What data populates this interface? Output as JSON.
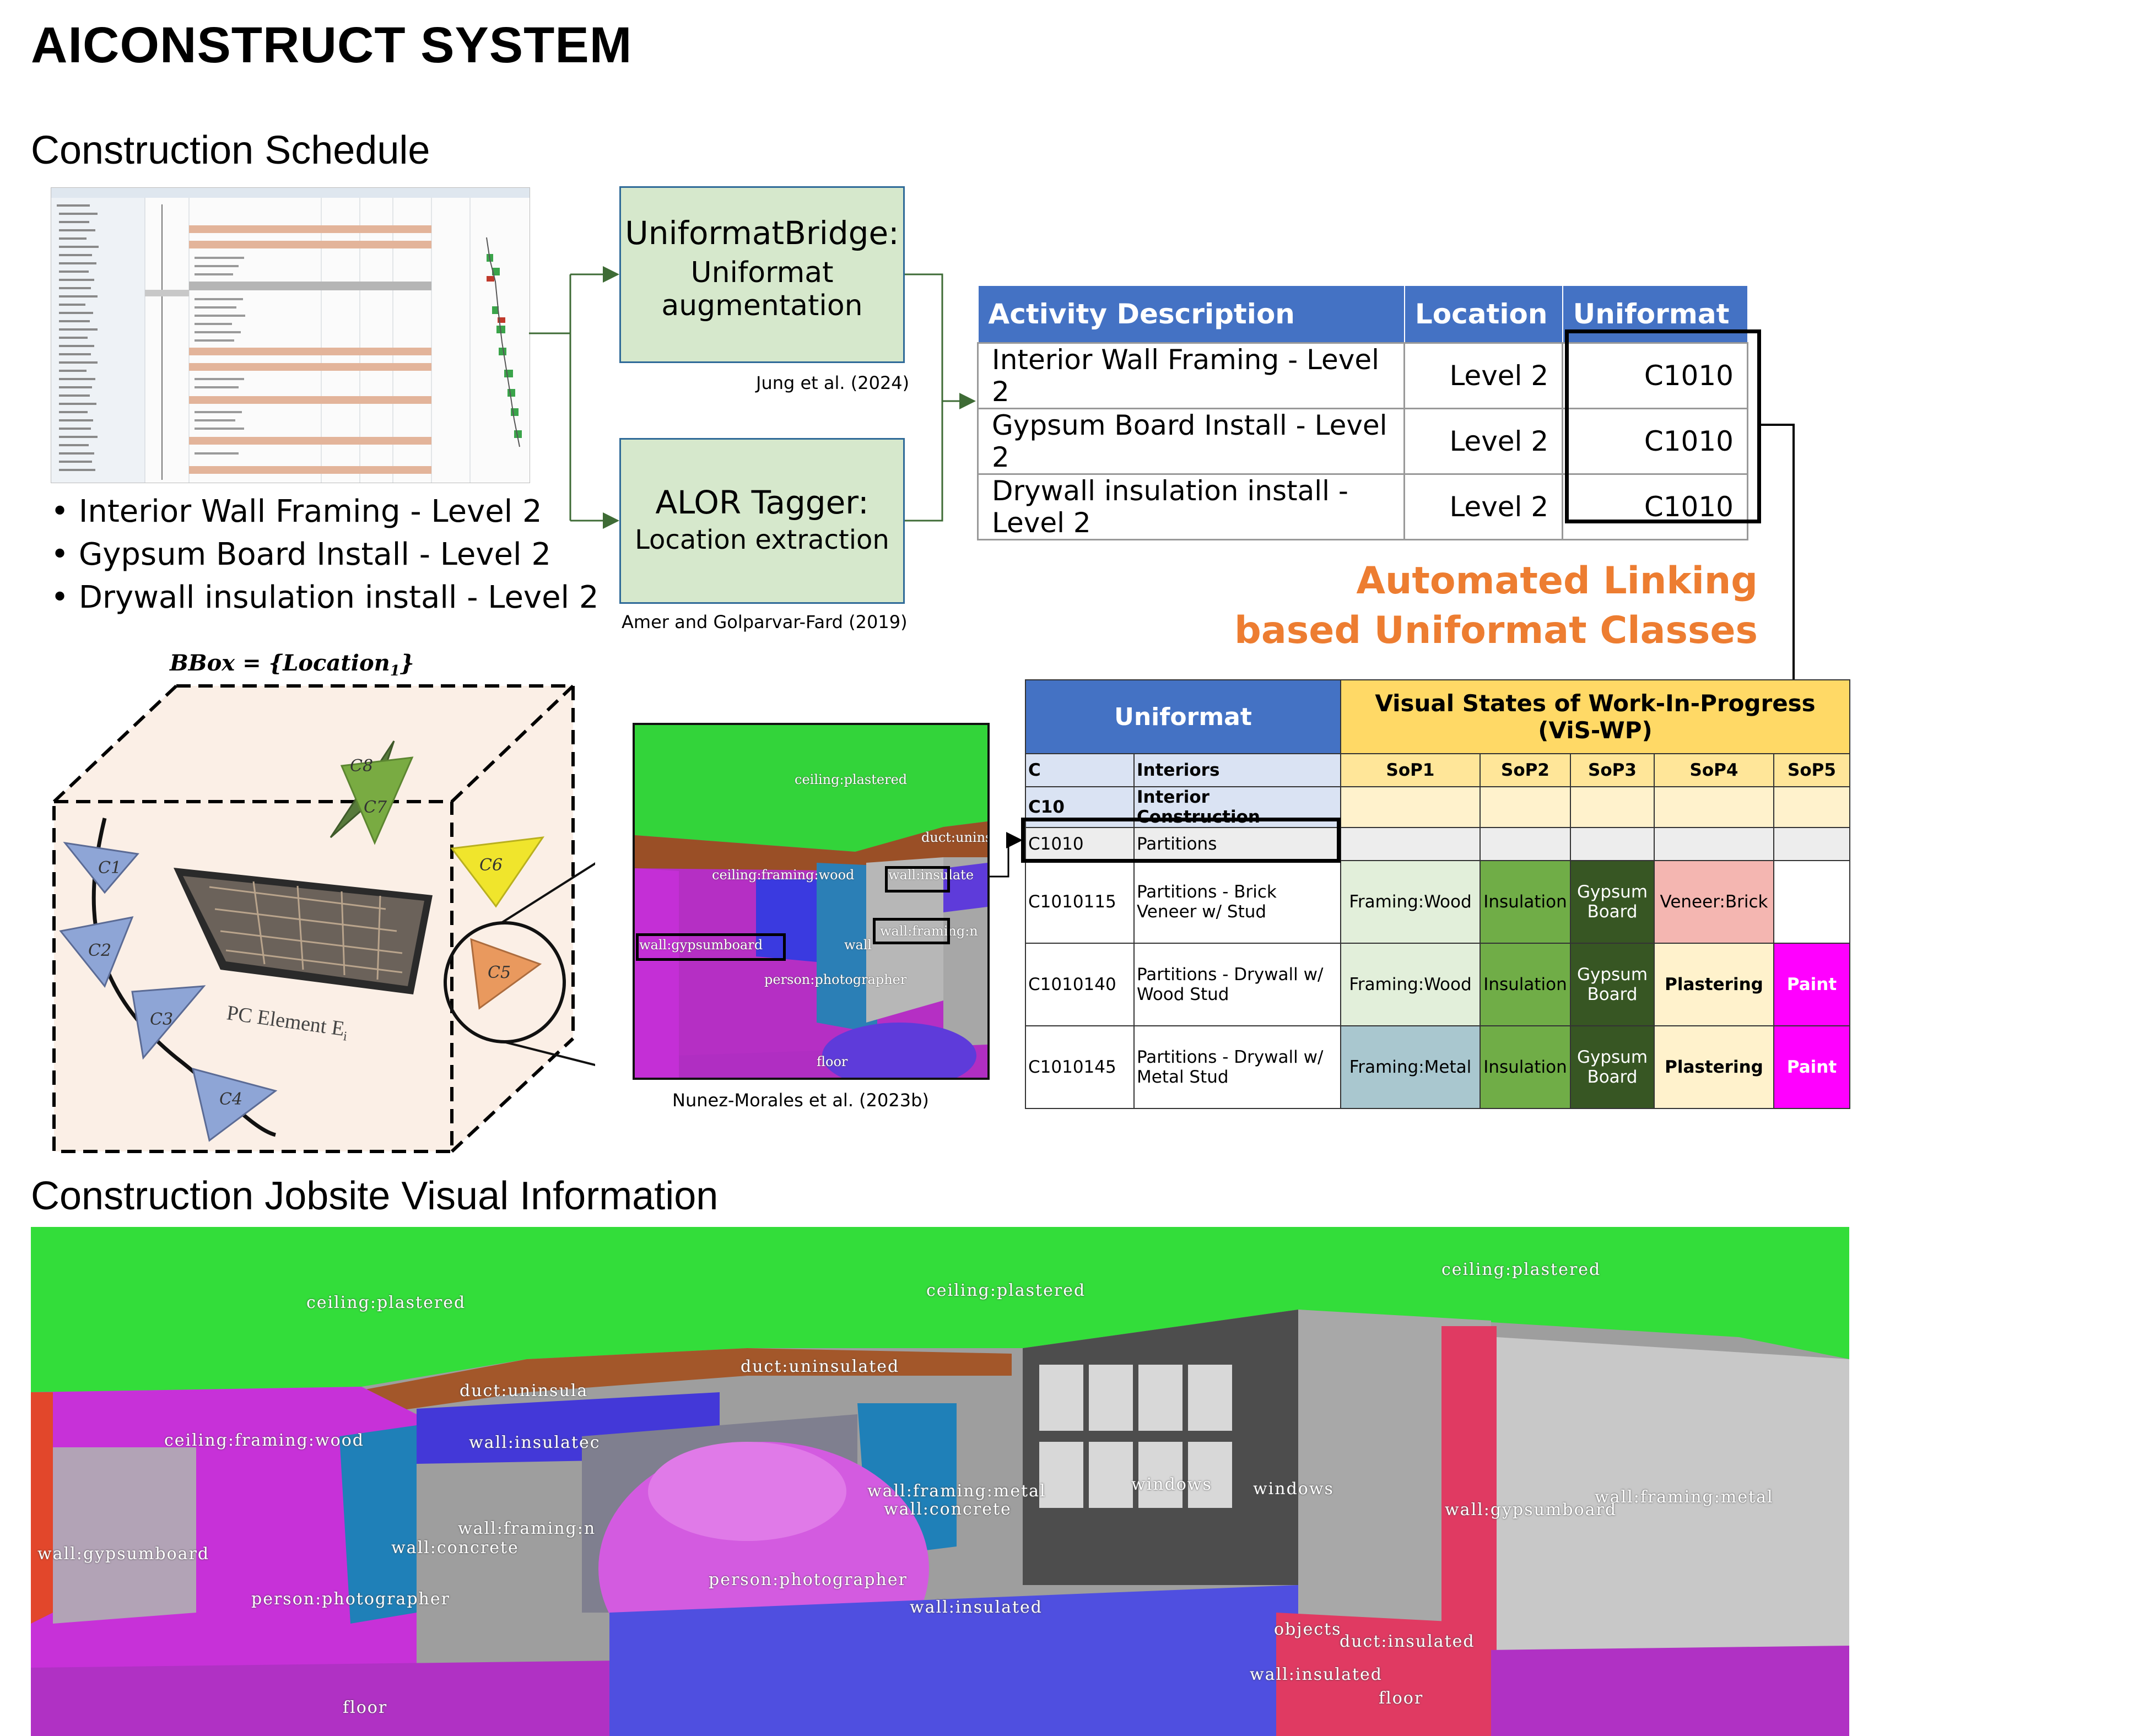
{
  "title": "AICONSTRUCT SYSTEM",
  "sections": {
    "schedule": "Construction Schedule",
    "jobsite": "Construction Jobsite Visual Information"
  },
  "schedule_bullets": [
    "Interior Wall Framing - Level 2",
    "Gypsum Board Install - Level 2",
    "Drywall insulation install - Level 2"
  ],
  "uniformat_bridge": {
    "title": "UniformatBridge:",
    "line1": "Uniformat",
    "line2": "augmentation",
    "citation": "Jung et al. (2024)"
  },
  "alor_tagger": {
    "title": "ALOR Tagger:",
    "line1": "Location extraction",
    "citation": "Amer and Golparvar-Fard (2019)"
  },
  "activity_table": {
    "headers": [
      "Activity Description",
      "Location",
      "Uniformat"
    ],
    "rows": [
      [
        "Interior  Wall Framing - Level 2",
        "Level 2",
        "C1010"
      ],
      [
        "Gypsum Board Install - Level 2",
        "Level 2",
        "C1010"
      ],
      [
        "Drywall insulation install - Level 2",
        "Level 2",
        "C1010"
      ]
    ]
  },
  "automated_linking": {
    "line1": "Automated Linking",
    "line2": "based Uniformat Classes"
  },
  "bbox_label": "BBox = {Location",
  "bbox_sub": "1",
  "bbox_close": "}",
  "pc_element": "PC Element E",
  "pc_sub": "i",
  "cameras": [
    "C1",
    "C2",
    "C3",
    "C4",
    "C5",
    "C6",
    "C7",
    "C8"
  ],
  "segmentation_citation": "Nunez-Morales et al. (2023b)",
  "small_seg_labels": {
    "ceiling": "ceiling:plastered",
    "duct": "duct:uninsula",
    "framing_wood": "ceiling:framing:wood",
    "wall_insulated": "wall:insulate",
    "wall_framing": "wall:framing:n",
    "wall_gypsum": "wall:gypsumboard",
    "wall": "wall",
    "person": "person:photographer",
    "floor": "floor"
  },
  "vis_table": {
    "uniformat_header": "Uniformat",
    "visual_header": "Visual States of Work-In-Progress (ViS-WP)",
    "sop_headers": [
      "SoP1",
      "SoP2",
      "SoP3",
      "SoP4",
      "SoP5"
    ],
    "category_rows": [
      {
        "code": "C",
        "name": "Interiors"
      },
      {
        "code": "C10",
        "name": "Interior Construction"
      },
      {
        "code": "C1010",
        "name": "Partitions"
      }
    ],
    "rows": [
      {
        "code": "C1010115",
        "name": "Partitions - Brick Veneer w/ Stud",
        "states": [
          "Framing:Wood",
          "Insulation",
          "Gypsum Board",
          "Veneer:Brick",
          ""
        ]
      },
      {
        "code": "C1010140",
        "name": "Partitions - Drywall w/ Wood Stud",
        "states": [
          "Framing:Wood",
          "Insulation",
          "Gypsum Board",
          "Plastering",
          "Paint"
        ]
      },
      {
        "code": "C1010145",
        "name": "Partitions - Drywall w/ Metal Stud",
        "states": [
          "Framing:Metal",
          "Insulation",
          "Gypsum Board",
          "Plastering",
          "Paint"
        ]
      }
    ]
  },
  "jobsite_labels": {
    "l1": "ceiling:plastered",
    "l2": "ceiling:plastered",
    "l3": "ceiling:plastered",
    "l4": "duct:uninsulated",
    "l5": "duct:uninsula",
    "l6": "ceiling:framing:wood",
    "l7": "wall:insulatec",
    "l8": "wall:framing:metal",
    "l9": "wall:concrete",
    "l10": "windows",
    "l11": "windows",
    "l12": "wall:framing:metal",
    "l13": "wall:gypsumboard",
    "l14": "wall:gypsumboard",
    "l15": "wall:framing:n",
    "l16": "wall:concrete",
    "l17": "person:photographer",
    "l18": "person:photographer",
    "l19": "wall:insulated",
    "l20": "objects",
    "l21": "duct:insulated",
    "l22": "wall:insulated",
    "l23": "floor",
    "l24": "floor"
  }
}
